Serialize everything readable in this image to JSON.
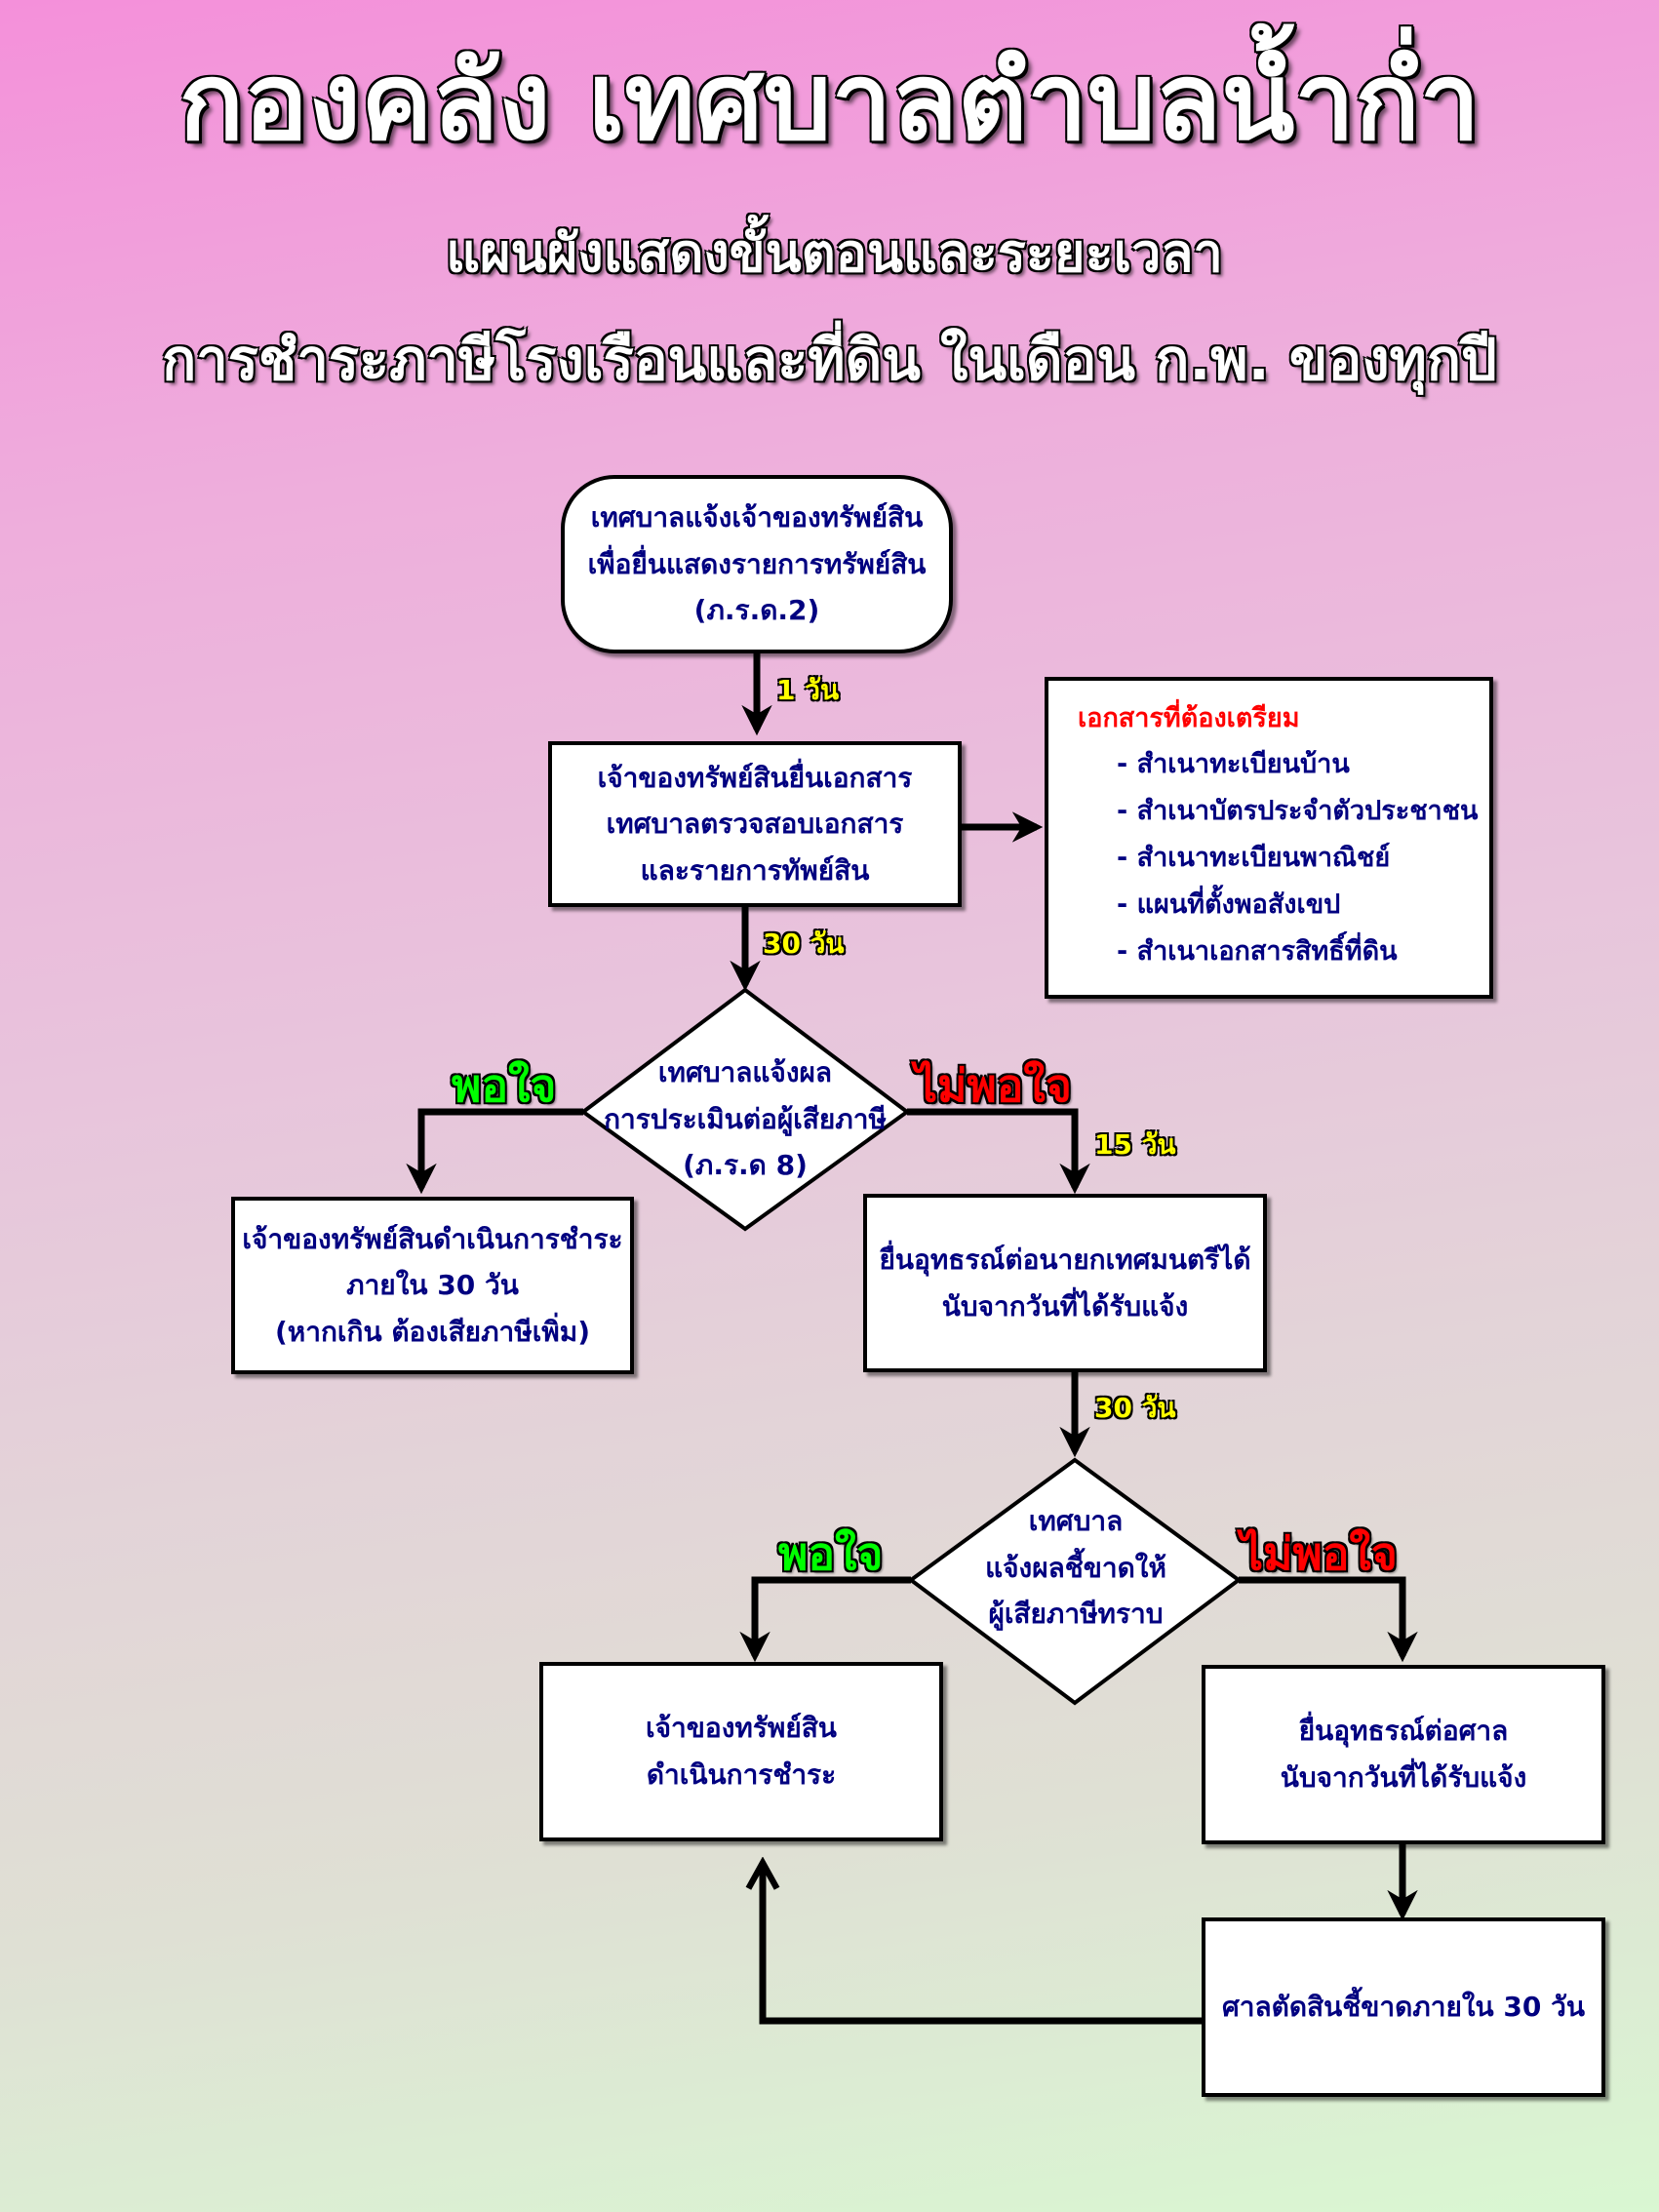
{
  "header": {
    "title": "กองคลัง เทศบาลตำบลน้ำก่ำ",
    "subtitle_line1": "แผนผังแสดงขั้นตอนและระยะเวลา",
    "subtitle_line2": "การชำระภาษีโรงเรือนและที่ดิน ในเดือน ก.พ. ของทุกปี"
  },
  "flow": {
    "start": {
      "line1": "เทศบาลแจ้งเจ้าของทรัพย์สิน",
      "line2": "เพื่อยื่นแสดงรายการทรัพย์สิน",
      "line3": "(ภ.ร.ด.2)"
    },
    "step_submit": {
      "line1": "เจ้าของทรัพย์สินยื่นเอกสาร",
      "line2": "เทศบาลตรวจสอบเอกสาร",
      "line3": "และรายการทัพย์สิน"
    },
    "documents": {
      "heading": "เอกสารที่ต้องเตรียม",
      "items": [
        "- สำเนาทะเบียนบ้าน",
        "- สำเนาบัตรประจำตัวประชาชน",
        "- สำเนาทะเบียนพาณิชย์",
        "- แผนที่ตั้งพอสังเขป",
        "- สำเนาเอกสารสิทธิ์ที่ดิน"
      ]
    },
    "decision_assessment": {
      "line1": "เทศบาลแจ้งผล",
      "line2": "การประเมินต่อผู้เสียภาษี",
      "line3": "(ภ.ร.ด 8)"
    },
    "pay_within": {
      "line1": "เจ้าของทรัพย์สินดำเนินการชำระ",
      "line2": "ภายใน 30 วัน",
      "line3": "(หากเกิน ต้องเสียภาษีเพิ่ม)"
    },
    "appeal_mayor": {
      "line1": "ยื่นอุทธรณ์ต่อนายกเทศมนตรีได้",
      "line2": "นับจากวันที่ได้รับแจ้ง"
    },
    "decision_ruling": {
      "line1": "เทศบาล",
      "line2": "แจ้งผลชี้ขาดให้",
      "line3": "ผู้เสียภาษีทราบ"
    },
    "pay_final": {
      "line1": "เจ้าของทรัพย์สิน",
      "line2": "ดำเนินการชำระ"
    },
    "appeal_court": {
      "line1": "ยื่นอุทธรณ์ต่อศาล",
      "line2": "นับจากวันที่ได้รับแจ้ง"
    },
    "court_ruling": {
      "line1": "ศาลตัดสินชี้ขาดภายใน 30 วัน"
    },
    "labels": {
      "satisfied": "พอใจ",
      "not_satisfied": "ไม่พอใจ",
      "days_1": "1 วัน",
      "days_30": "30 วัน",
      "days_15": "15 วัน"
    }
  },
  "colors": {
    "box_text": "#000080",
    "satisfied": "#00ff00",
    "not_satisfied": "#ff0000",
    "days": "#ffff00",
    "doc_heading": "#ff0000"
  }
}
